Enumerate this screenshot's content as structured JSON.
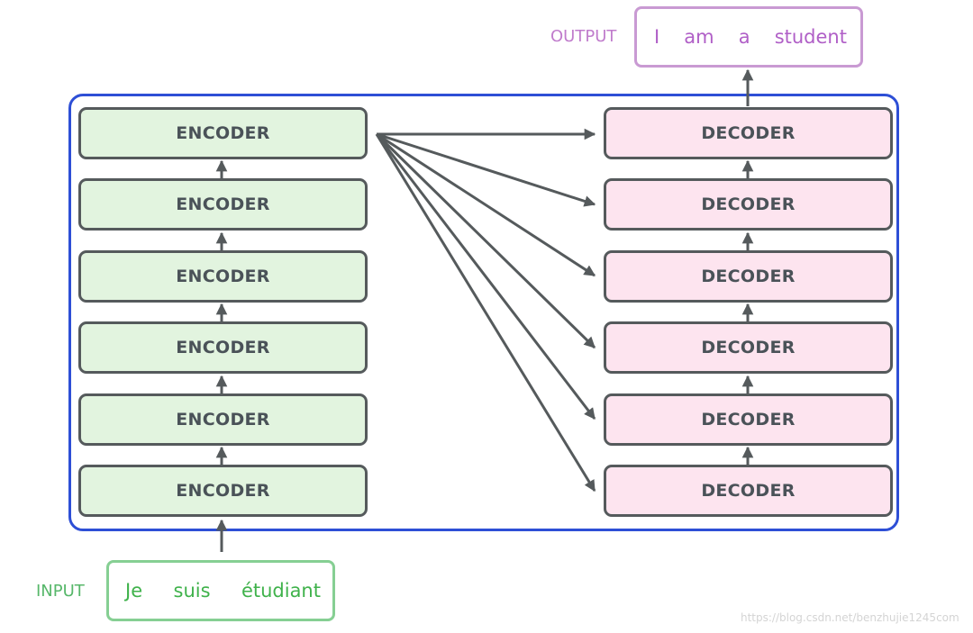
{
  "encoders": [
    "ENCODER",
    "ENCODER",
    "ENCODER",
    "ENCODER",
    "ENCODER",
    "ENCODER"
  ],
  "decoders": [
    "DECODER",
    "DECODER",
    "DECODER",
    "DECODER",
    "DECODER",
    "DECODER"
  ],
  "output": {
    "label": "OUTPUT",
    "tokens": [
      "I",
      "am",
      "a",
      "student"
    ]
  },
  "input": {
    "label": "INPUT",
    "tokens": [
      "Je",
      "suis",
      "étudiant"
    ]
  },
  "watermark": "https://blog.csdn.net/benzhujie1245com",
  "colors": {
    "frame": "#2e4fd6",
    "encoder_fill": "#e2f4df",
    "decoder_fill": "#fde4ef",
    "output": "#b05fc7",
    "input": "#3fb24b",
    "arrow": "#555a5c"
  }
}
